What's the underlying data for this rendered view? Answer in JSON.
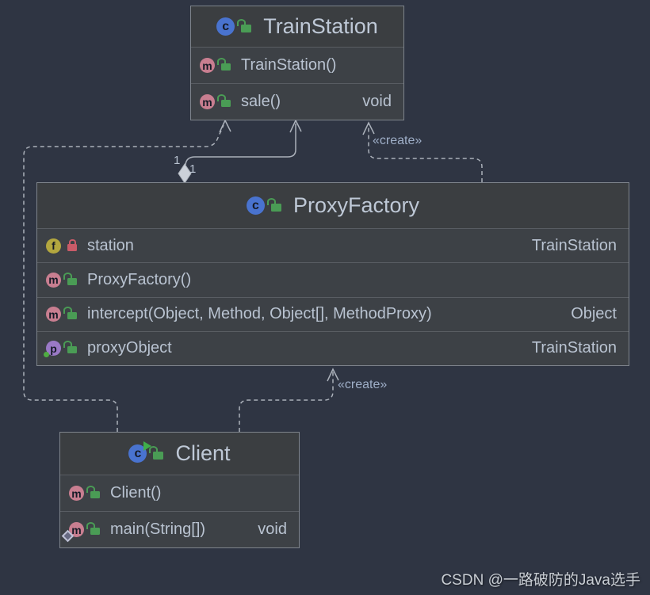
{
  "diagram": {
    "watermark": "CSDN @一路破防的Java选手"
  },
  "icons": {
    "class_letter": "c",
    "method_letter": "m",
    "field_letter": "f",
    "property_letter": "p"
  },
  "labels": {
    "create": "«create»",
    "aggregation_source_multiplicity": "1",
    "aggregation_target_multiplicity": "1"
  },
  "classes": [
    {
      "name": "TrainStation",
      "members": [
        {
          "name": "TrainStation()",
          "type": ""
        },
        {
          "name": "sale()",
          "type": "void"
        }
      ]
    },
    {
      "name": "ProxyFactory",
      "members": [
        {
          "name": "station",
          "type": "TrainStation"
        },
        {
          "name": "ProxyFactory()",
          "type": ""
        },
        {
          "name": "intercept(Object, Method, Object[], MethodProxy)",
          "type": "Object"
        },
        {
          "name": "proxyObject",
          "type": "TrainStation"
        }
      ]
    },
    {
      "name": "Client",
      "members": [
        {
          "name": "Client()",
          "type": ""
        },
        {
          "name": "main(String[])",
          "type": "void"
        }
      ]
    }
  ],
  "relationships": [
    {
      "from": "Client",
      "to": "TrainStation",
      "type": "dependency",
      "stereotype": "«create»"
    },
    {
      "from": "ProxyFactory",
      "to": "TrainStation",
      "type": "aggregation",
      "source_multiplicity": "1",
      "target_multiplicity": "1"
    },
    {
      "from": "ProxyFactory",
      "to": "TrainStation",
      "type": "dependency",
      "stereotype": "«create»"
    },
    {
      "from": "Client",
      "to": "ProxyFactory",
      "type": "dependency",
      "stereotype": "«create»"
    }
  ],
  "colors": {
    "canvas": "#2f3543",
    "box_header": "#3b3e41",
    "box_row": "#3d4146",
    "box_border": "#7e848c",
    "text": "#b9c3d1",
    "edge": "#abb1ba",
    "stereotype_text": "#9fafc8",
    "class_icon": "#4973cf",
    "method_icon": "#c87e90",
    "field_icon": "#b3a73f",
    "property_icon": "#9a79c6",
    "lock_public": "#4a9c55",
    "lock_private": "#c95b68"
  }
}
